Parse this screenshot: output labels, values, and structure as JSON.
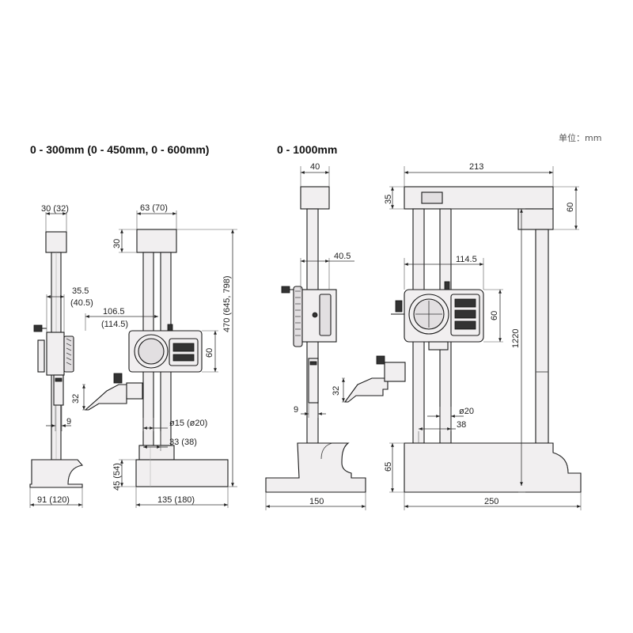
{
  "unit_label": "单位：mm",
  "views": {
    "left": {
      "title": "0 - 300mm (0 - 450mm, 0 - 600mm)",
      "dims": {
        "d_30_32": "30 (32)",
        "d_63_70": "63 (70)",
        "d_30": "30",
        "d_35_5": "35.5",
        "d_40_5": "(40.5)",
        "d_106_5": "106.5",
        "d_114_5": "(114.5)",
        "d_470": "470 (645, 798)",
        "d_60": "60",
        "d_32": "32",
        "d_9": "9",
        "d_dia15": "ø15 (ø20)",
        "d_33": "33 (38)",
        "d_45": "45 (54)",
        "d_91": "91 (120)",
        "d_135": "135 (180)"
      }
    },
    "right": {
      "title": "0 - 1000mm",
      "dims": {
        "d_40": "40",
        "d_213": "213",
        "d_35": "35",
        "d_60_top": "60",
        "d_40_5": "40.5",
        "d_114_5": "114.5",
        "d_60": "60",
        "d_1220": "1220",
        "d_32": "32",
        "d_9": "9",
        "d_dia20": "ø20",
        "d_38": "38",
        "d_65": "65",
        "d_150": "150",
        "d_250": "250"
      }
    }
  }
}
